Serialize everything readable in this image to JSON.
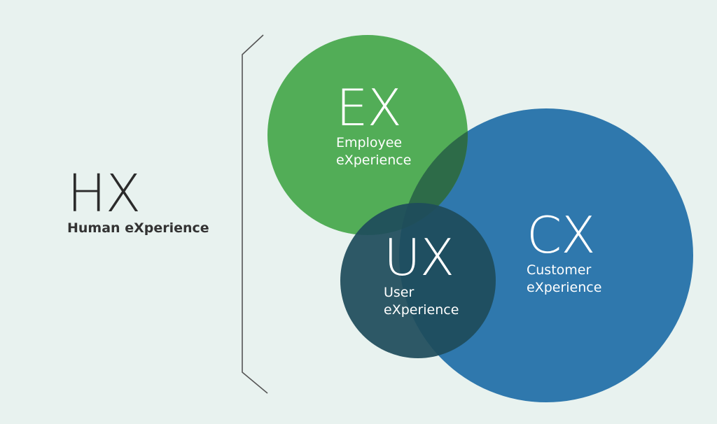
{
  "hx": {
    "abbr": "HX",
    "full": "Human eXperience"
  },
  "circles": {
    "ex": {
      "abbr": "EX",
      "line1": "Employee",
      "line2": "eXperience",
      "color": "#52ad57"
    },
    "ux": {
      "abbr": "UX",
      "line1": "User",
      "line2": "eXperience",
      "color": "#1e4c5b"
    },
    "cx": {
      "abbr": "CX",
      "line1": "Customer",
      "line2": "eXperience",
      "color": "#2f78ad"
    }
  },
  "colors": {
    "background": "#e8f2ef",
    "bracket": "#555555",
    "ex_cx_overlap": "#2d6b48"
  }
}
